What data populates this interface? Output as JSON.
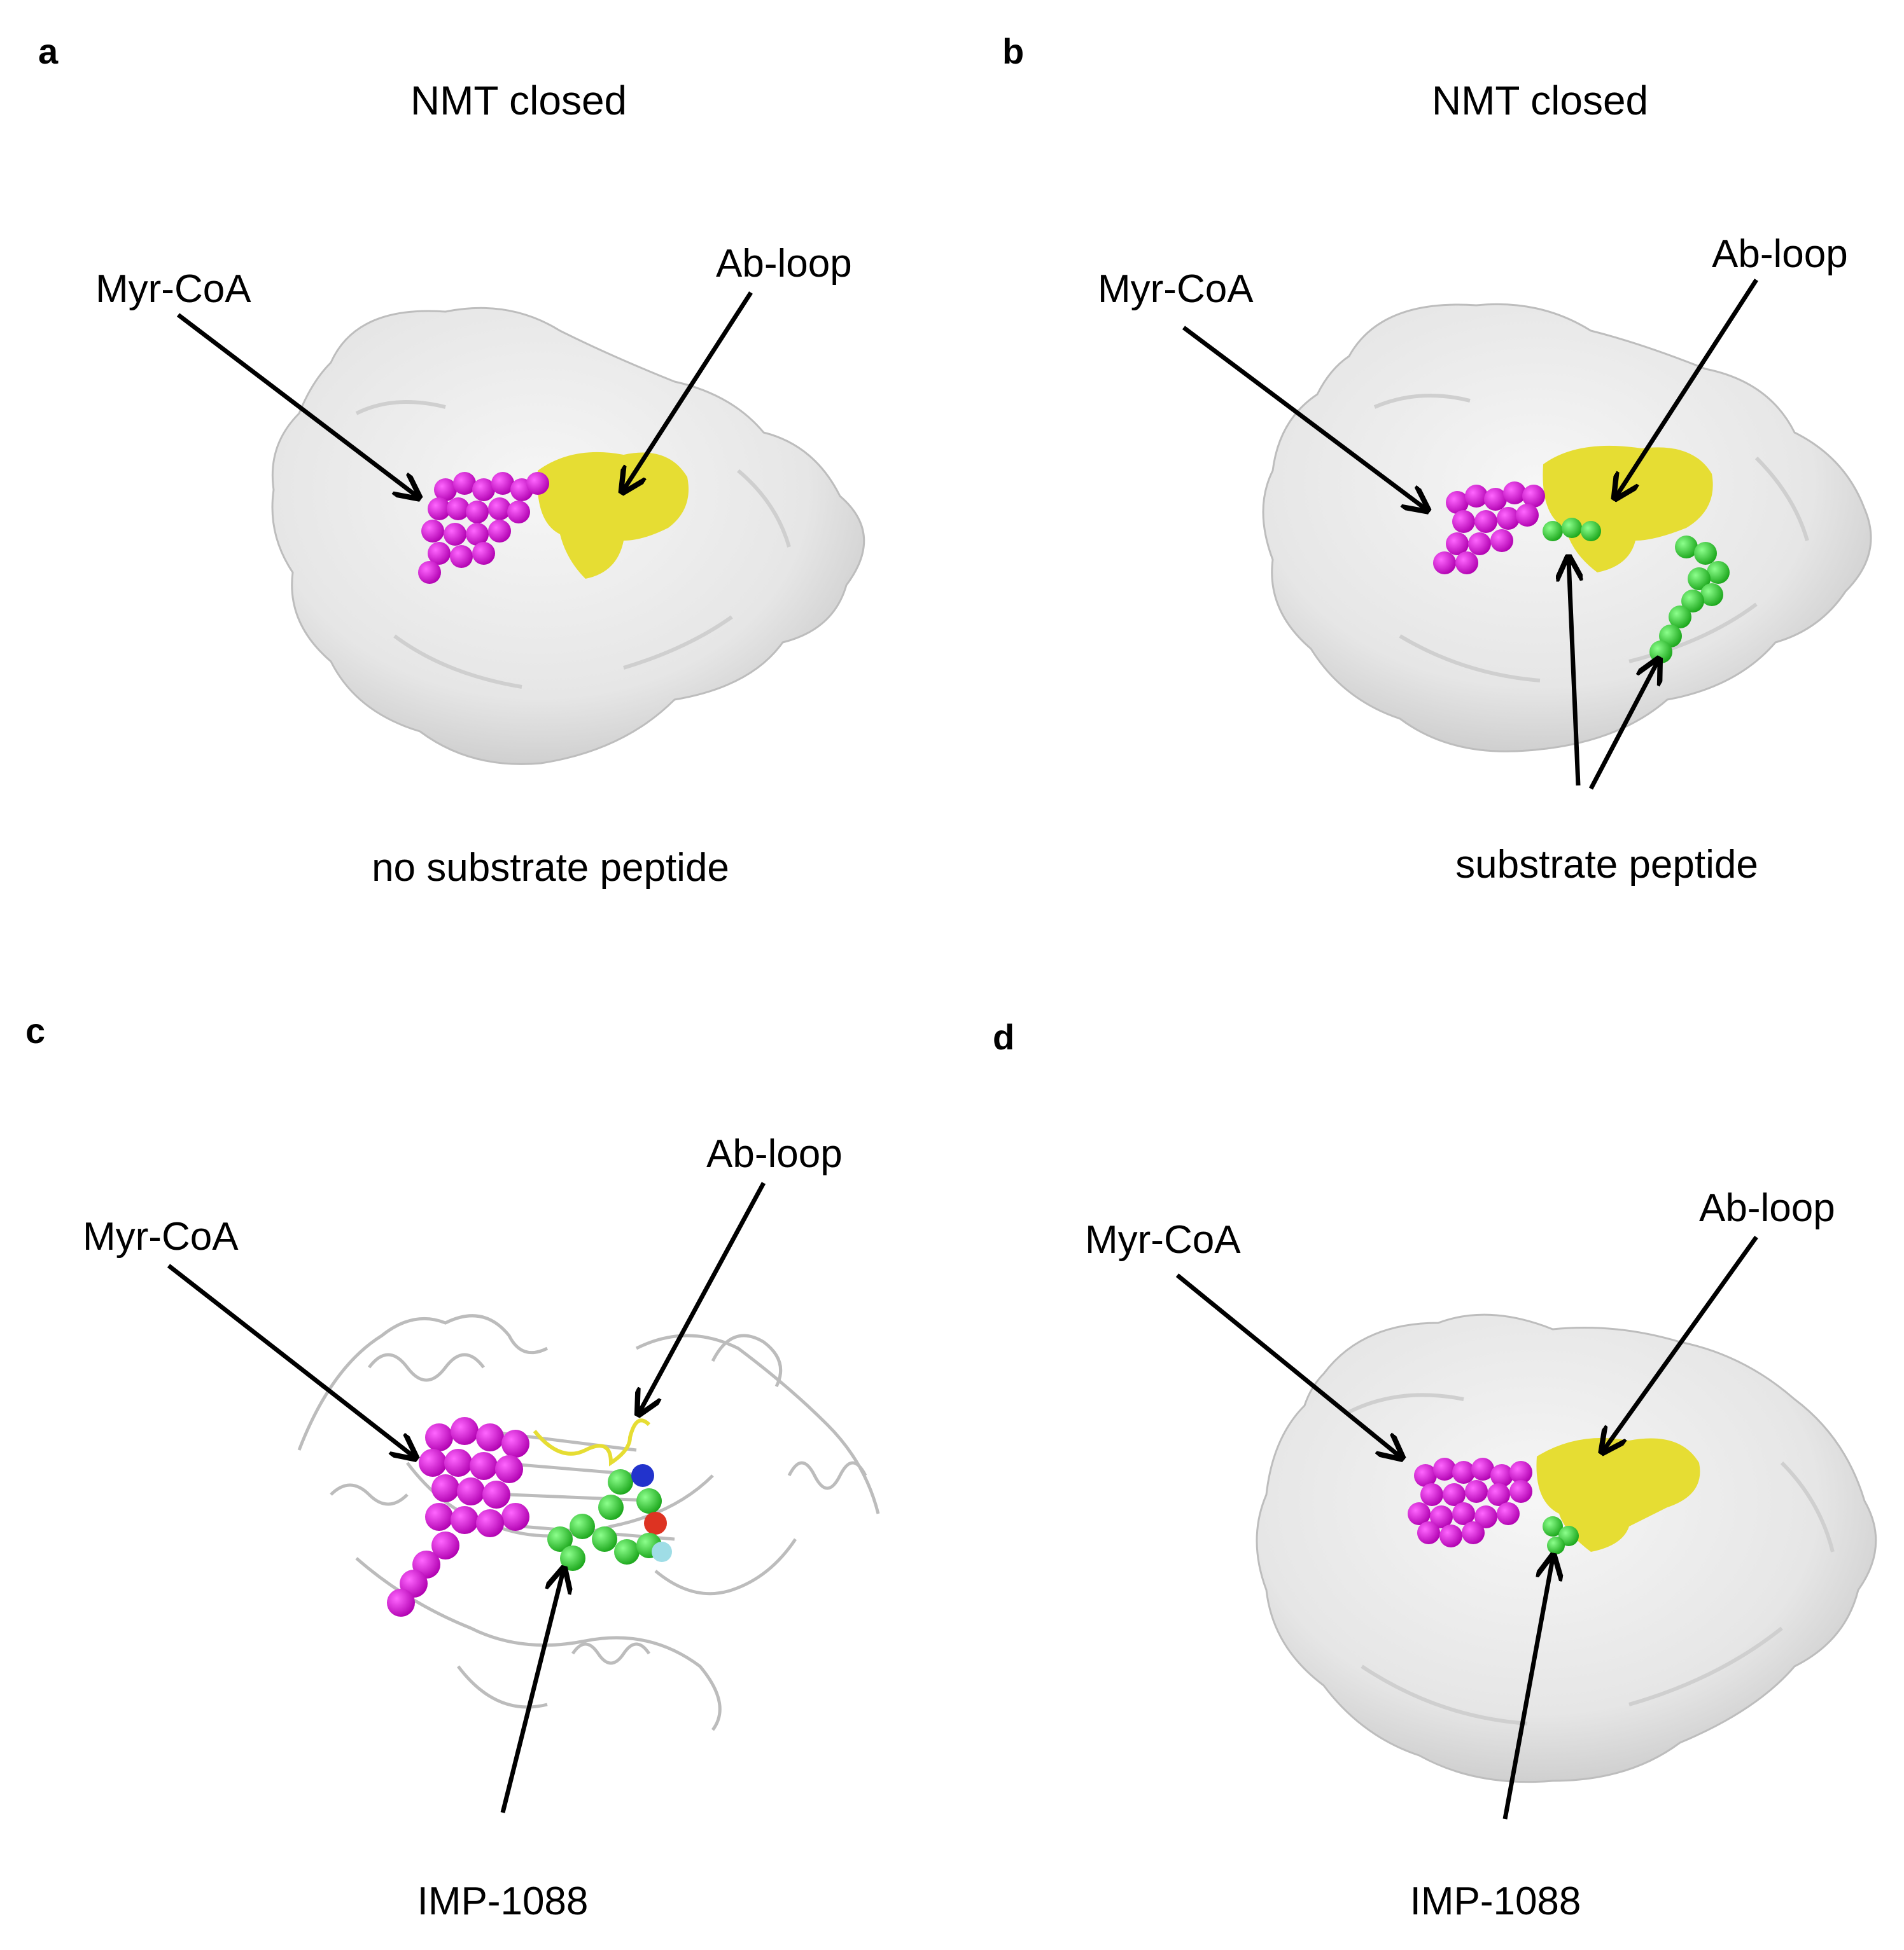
{
  "panels": {
    "a": {
      "letter": "a",
      "title": "NMT closed",
      "myr_label": "Myr-CoA",
      "loop_label": "Ab-loop",
      "bottom_label": "no substrate peptide"
    },
    "b": {
      "letter": "b",
      "title": "NMT closed",
      "myr_label": "Myr-CoA",
      "loop_label": "Ab-loop",
      "bottom_label": "substrate peptide"
    },
    "c": {
      "letter": "c",
      "myr_label": "Myr-CoA",
      "loop_label": "Ab-loop",
      "bottom_label": "IMP-1088"
    },
    "d": {
      "letter": "d",
      "myr_label": "Myr-CoA",
      "loop_label": "Ab-loop",
      "bottom_label": "IMP-1088"
    }
  },
  "colors": {
    "protein_surface": "#e9e9e9",
    "protein_shade": "#c9c9c9",
    "myr_coa": "#d400d4",
    "ab_loop": "#e6dd33",
    "ligand": "#2ec82e",
    "arrow": "#000000"
  }
}
